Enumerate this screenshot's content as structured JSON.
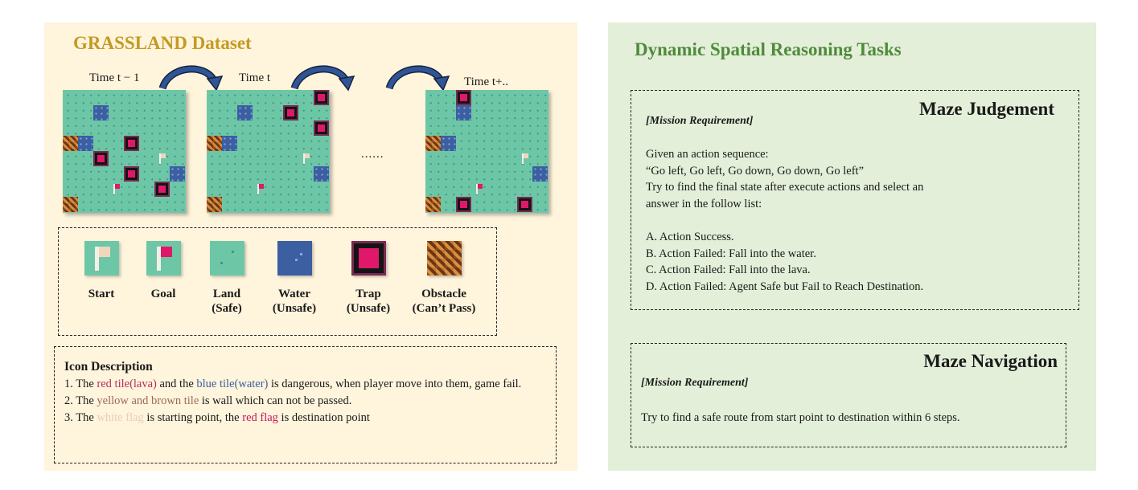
{
  "left_panel": {
    "title": "GRASSLAND Dataset",
    "time_labels": [
      "Time t − 1",
      "Time t",
      "Time t+.."
    ],
    "ellipsis": "......",
    "legend": [
      {
        "label": "Start",
        "icon": "start-flag-icon"
      },
      {
        "label": "Goal",
        "icon": "goal-flag-icon"
      },
      {
        "label": "Land\n(Safe)",
        "icon": "land-tile-icon"
      },
      {
        "label": "Water\n(Unsafe)",
        "icon": "water-tile-icon"
      },
      {
        "label": "Trap\n(Unsafe)",
        "icon": "trap-tile-icon"
      },
      {
        "label": "Obstacle\n(Can’t Pass)",
        "icon": "obstacle-tile-icon"
      }
    ],
    "icon_description": {
      "heading": "Icon Description",
      "line1": {
        "a": "1. The ",
        "b": "red tile(lava)",
        "c": " and the ",
        "d": "blue tile(water)",
        "e": " is dangerous, when player move into them, game fail."
      },
      "line2": {
        "a": "2. The ",
        "b": "yellow and brown tile",
        "c": " is wall which can not be passed."
      },
      "line3": {
        "a": "3. The ",
        "b": "white flag",
        "c": " is starting point, the ",
        "d": "red flag",
        "e": " is destination point"
      }
    }
  },
  "right_panel": {
    "title": "Dynamic Spatial Reasoning Tasks",
    "maze_judgement": {
      "title": "Maze Judgement",
      "requirement_label": "[Mission Requirement]",
      "lines": [
        "Given an action sequence:",
        "“Go left, Go left, Go down, Go down, Go left”",
        "Try to find the final state after execute actions and select an",
        "answer in the follow list:"
      ],
      "options": [
        "A. Action Success.",
        "B. Action Failed: Fall into the water.",
        "C. Action Failed: Fall into the lava.",
        "D. Action Failed: Agent Safe but Fail to Reach Destination."
      ]
    },
    "maze_navigation": {
      "title": "Maze Navigation",
      "requirement_label": "[Mission Requirement]",
      "text": "Try to find a safe route from start point to destination within 6 steps."
    }
  },
  "colors": {
    "left_bg": "#fff4dc",
    "right_bg": "#e3efd8",
    "left_title": "#c49a22",
    "right_title": "#4f8a3c",
    "land": "#6dc7a6",
    "water": "#3b5fa0",
    "trap": "#e0186a",
    "arrow": "#2f5596"
  }
}
